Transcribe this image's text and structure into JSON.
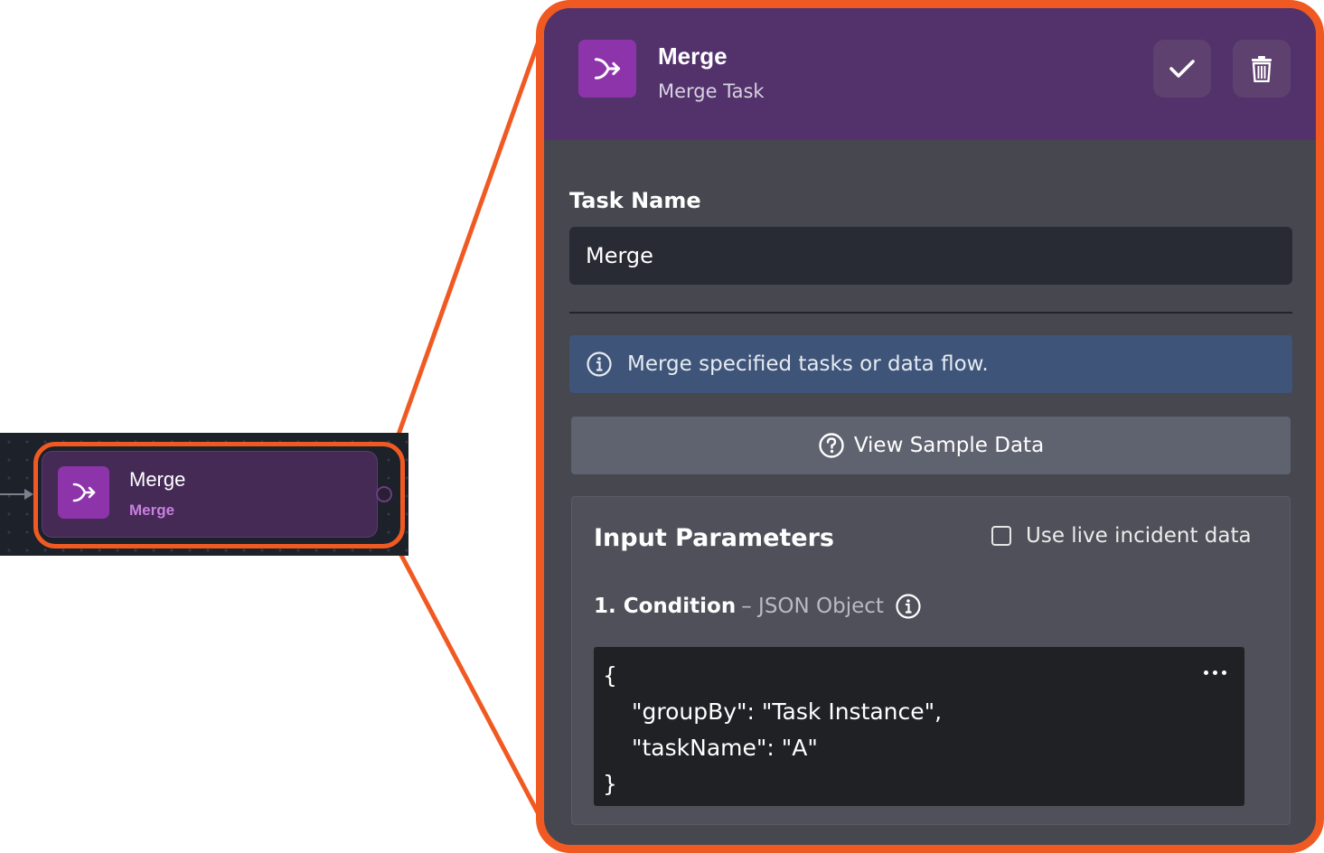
{
  "canvas_node": {
    "title": "Merge",
    "subtitle": "Merge",
    "icon": "merge-icon"
  },
  "panel": {
    "header": {
      "title": "Merge",
      "subtitle": "Merge Task",
      "icon": "merge-icon",
      "confirm_icon": "checkmark-icon",
      "delete_icon": "trash-icon"
    },
    "task_name": {
      "label": "Task Name",
      "value": "Merge"
    },
    "info_banner": {
      "icon": "info-icon",
      "text": "Merge specified tasks or data flow."
    },
    "sample_button": {
      "icon": "help-circle-icon",
      "label": "View Sample Data"
    },
    "input_parameters": {
      "title": "Input Parameters",
      "live_data_label": "Use live incident data",
      "live_data_checked": false,
      "params": [
        {
          "label": "1. Condition",
          "type": "– JSON Object",
          "code_lines": [
            "{",
            "\"groupBy\": \"Task Instance\",",
            "\"taskName\": \"A\"",
            "}"
          ]
        }
      ]
    }
  },
  "colors": {
    "highlight": "#f05a22",
    "header_bg": "#53326c",
    "icon_bg": "#8e34ab",
    "info_bg": "#3e5478",
    "panel_bg": "#46474f"
  }
}
